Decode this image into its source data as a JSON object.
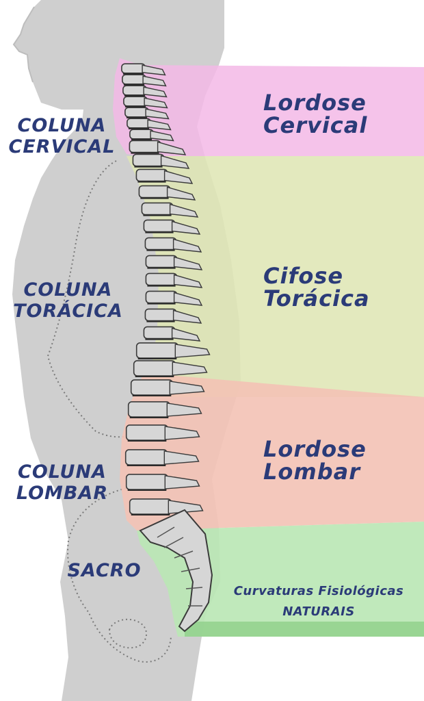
{
  "colors": {
    "text": "#2b3b78",
    "cervical_band": "#f3b8e6",
    "toracica_band": "#dfe6b5",
    "lombar_band": "#f3c2b5",
    "sacro_band": "#b9e7b4",
    "silhouette": "#cfcfcf",
    "bone": "#d6d6d6",
    "bone_shadow": "#3a3a3a"
  },
  "regions": [
    {
      "id": "cervical",
      "left_label": [
        "COLUNA",
        "CERVICAL"
      ],
      "curve_label": [
        "Lordose",
        "Cervical"
      ]
    },
    {
      "id": "toracica",
      "left_label": [
        "COLUNA",
        "TORÁCICA"
      ],
      "curve_label": [
        "Cifose",
        "Torácica"
      ]
    },
    {
      "id": "lombar",
      "left_label": [
        "COLUNA",
        "LOMBAR"
      ],
      "curve_label": [
        "Lordose",
        "Lombar"
      ]
    },
    {
      "id": "sacro",
      "left_label": [
        "SACRO"
      ]
    }
  ],
  "footer": {
    "line1": "Curvaturas Fisiológicas",
    "line2": "NATURAIS"
  }
}
